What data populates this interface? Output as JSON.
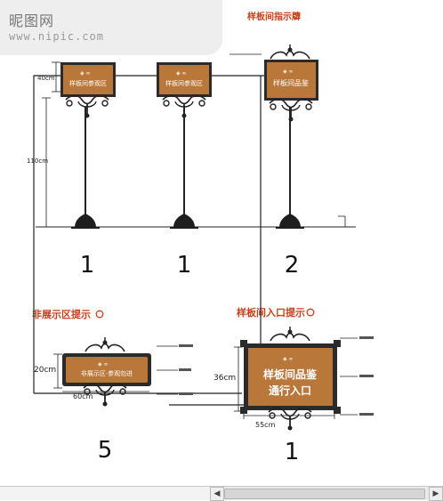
{
  "watermark": {
    "title": "昵图网",
    "subtitle": "www.nipic.com"
  },
  "headings": {
    "top_right": "样板间指示牌",
    "non_display": "非展示区提示",
    "entrance": "样板间入口提示"
  },
  "signs": {
    "sign1_text": "样板间参观区",
    "sign2_text": "样板间参观区",
    "sign3_text": "样板间品鉴",
    "sign5_text": "非展示区·参观勿进",
    "entrance_line1": "样板间品鉴",
    "entrance_line2": "通行入口",
    "brand_mark": "◈ ∞"
  },
  "dimensions": {
    "sign_height": "40cm",
    "pole_height": "110cm",
    "small_height": "20cm",
    "small_width": "60cm",
    "large_height": "36cm",
    "large_width": "55cm"
  },
  "quantities": {
    "q1": "1",
    "q2": "1",
    "q3": "2",
    "q4": "5",
    "q5": "1"
  },
  "colors": {
    "sign_fill": "#b9773a",
    "sign_dark": "#2b2b2b",
    "heading": "#c8401a",
    "line": "#222222"
  },
  "icons": {
    "heading_marker": "circled-arrow-icon",
    "scroll_left": "arrow-left-icon",
    "scroll_right": "arrow-right-icon"
  }
}
